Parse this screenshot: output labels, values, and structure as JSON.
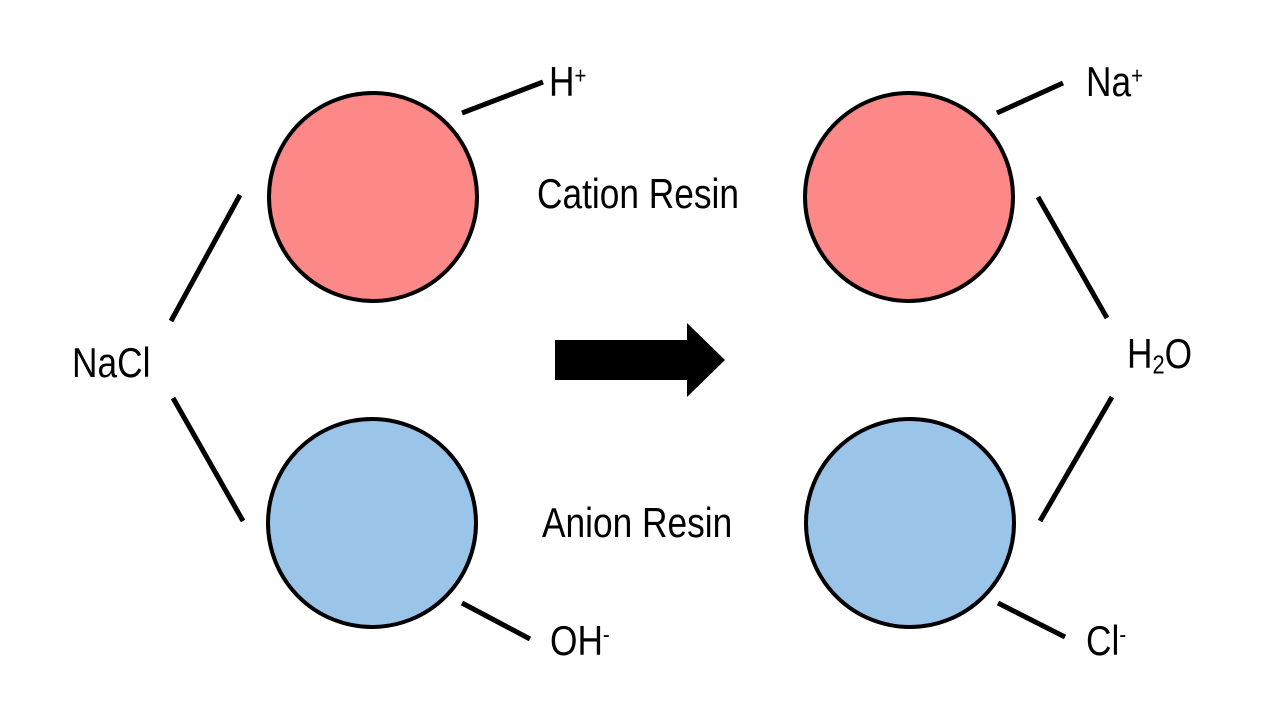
{
  "diagram": {
    "description": "Ion exchange resin deionization of NaCl producing H2O",
    "colors": {
      "cation_fill": "#FC8888",
      "anion_fill": "#9BC4E9",
      "line": "#000000",
      "arrow": "#000000",
      "background": "#FFFFFF"
    },
    "labels": {
      "nacl": "NaCl",
      "cation_resin": "Cation Resin",
      "anion_resin": "Anion Resin",
      "h_plus": {
        "base": "H",
        "sup": "+"
      },
      "oh_minus": {
        "base": "OH",
        "sup": "-"
      },
      "na_plus": {
        "base": "Na",
        "sup": "+"
      },
      "cl_minus": {
        "base": "Cl",
        "sup": "-"
      },
      "h2o": {
        "pre": "H",
        "sub": "2",
        "post": "O"
      }
    }
  }
}
